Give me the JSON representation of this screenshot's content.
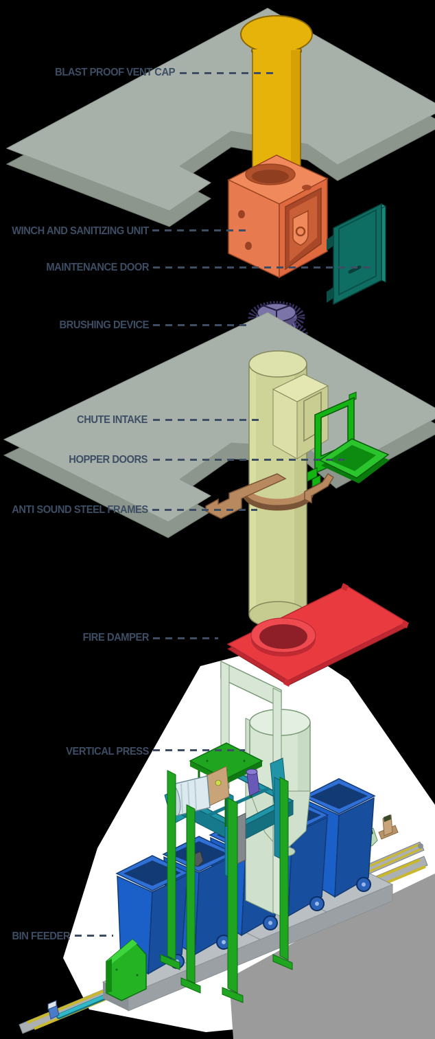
{
  "diagram": {
    "type": "exploded-isometric-diagram",
    "subject": "Automated vertical waste chute and bin press system",
    "background_color": "#000000",
    "label_color": "#3d4d64",
    "labels": [
      {
        "text": "BLAST PROOF VENT CAP",
        "target": "vent-cap"
      },
      {
        "text": "WINCH AND SANITIZING UNIT",
        "target": "winch-unit"
      },
      {
        "text": "MAINTENANCE DOOR",
        "target": "maintenance-door"
      },
      {
        "text": "BRUSHING DEVICE",
        "target": "brushing-device"
      },
      {
        "text": "CHUTE INTAKE",
        "target": "chute-intake"
      },
      {
        "text": "HOPPER DOORS",
        "target": "hopper-doors"
      },
      {
        "text": "ANTI SOUND STEEL FRAMES",
        "target": "anti-sound-steel-frames"
      },
      {
        "text": "FIRE DAMPER",
        "target": "fire-damper"
      },
      {
        "text": "VERTICAL PRESS",
        "target": "vertical-press"
      },
      {
        "text": "BIN FEEDER",
        "target": "bin-feeder"
      }
    ],
    "palette": {
      "slab_gray": "#a7b1a9",
      "vent_cap_yellow": "#e6b30a",
      "winch_unit_orange": "#e87a50",
      "maintenance_door_teal": "#0e6e63",
      "brush_purple": "#7b74a8",
      "chute_tube_sage": "#ced398",
      "hopper_green": "#14b414",
      "steel_frame_brown": "#b8895f",
      "fire_damper_red": "#e93a40",
      "press_teal": "#2095a8",
      "bin_blue": "#1b5fc8",
      "spotlight_white": "#ffffff",
      "shadow_gray": "#9b9b9b"
    }
  }
}
